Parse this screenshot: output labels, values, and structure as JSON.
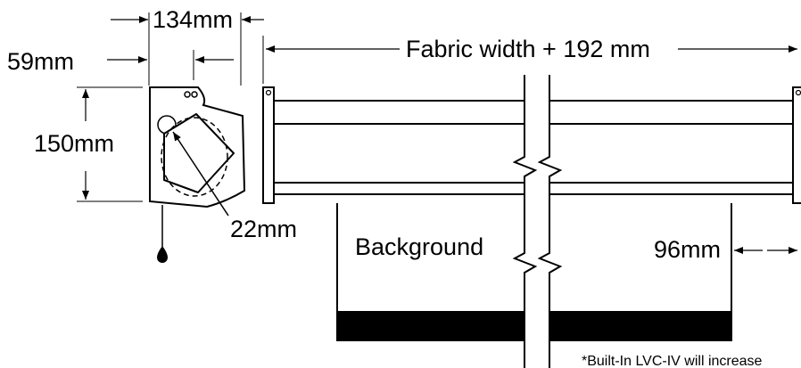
{
  "labels": {
    "dim_134": "134mm",
    "dim_59": "59mm",
    "fabric_width": "Fabric width + 192 mm",
    "dim_150": "150mm",
    "dim_22": "22mm",
    "background": "Background",
    "dim_96": "96mm",
    "footnote": "*Built-In LVC-IV will increase"
  }
}
